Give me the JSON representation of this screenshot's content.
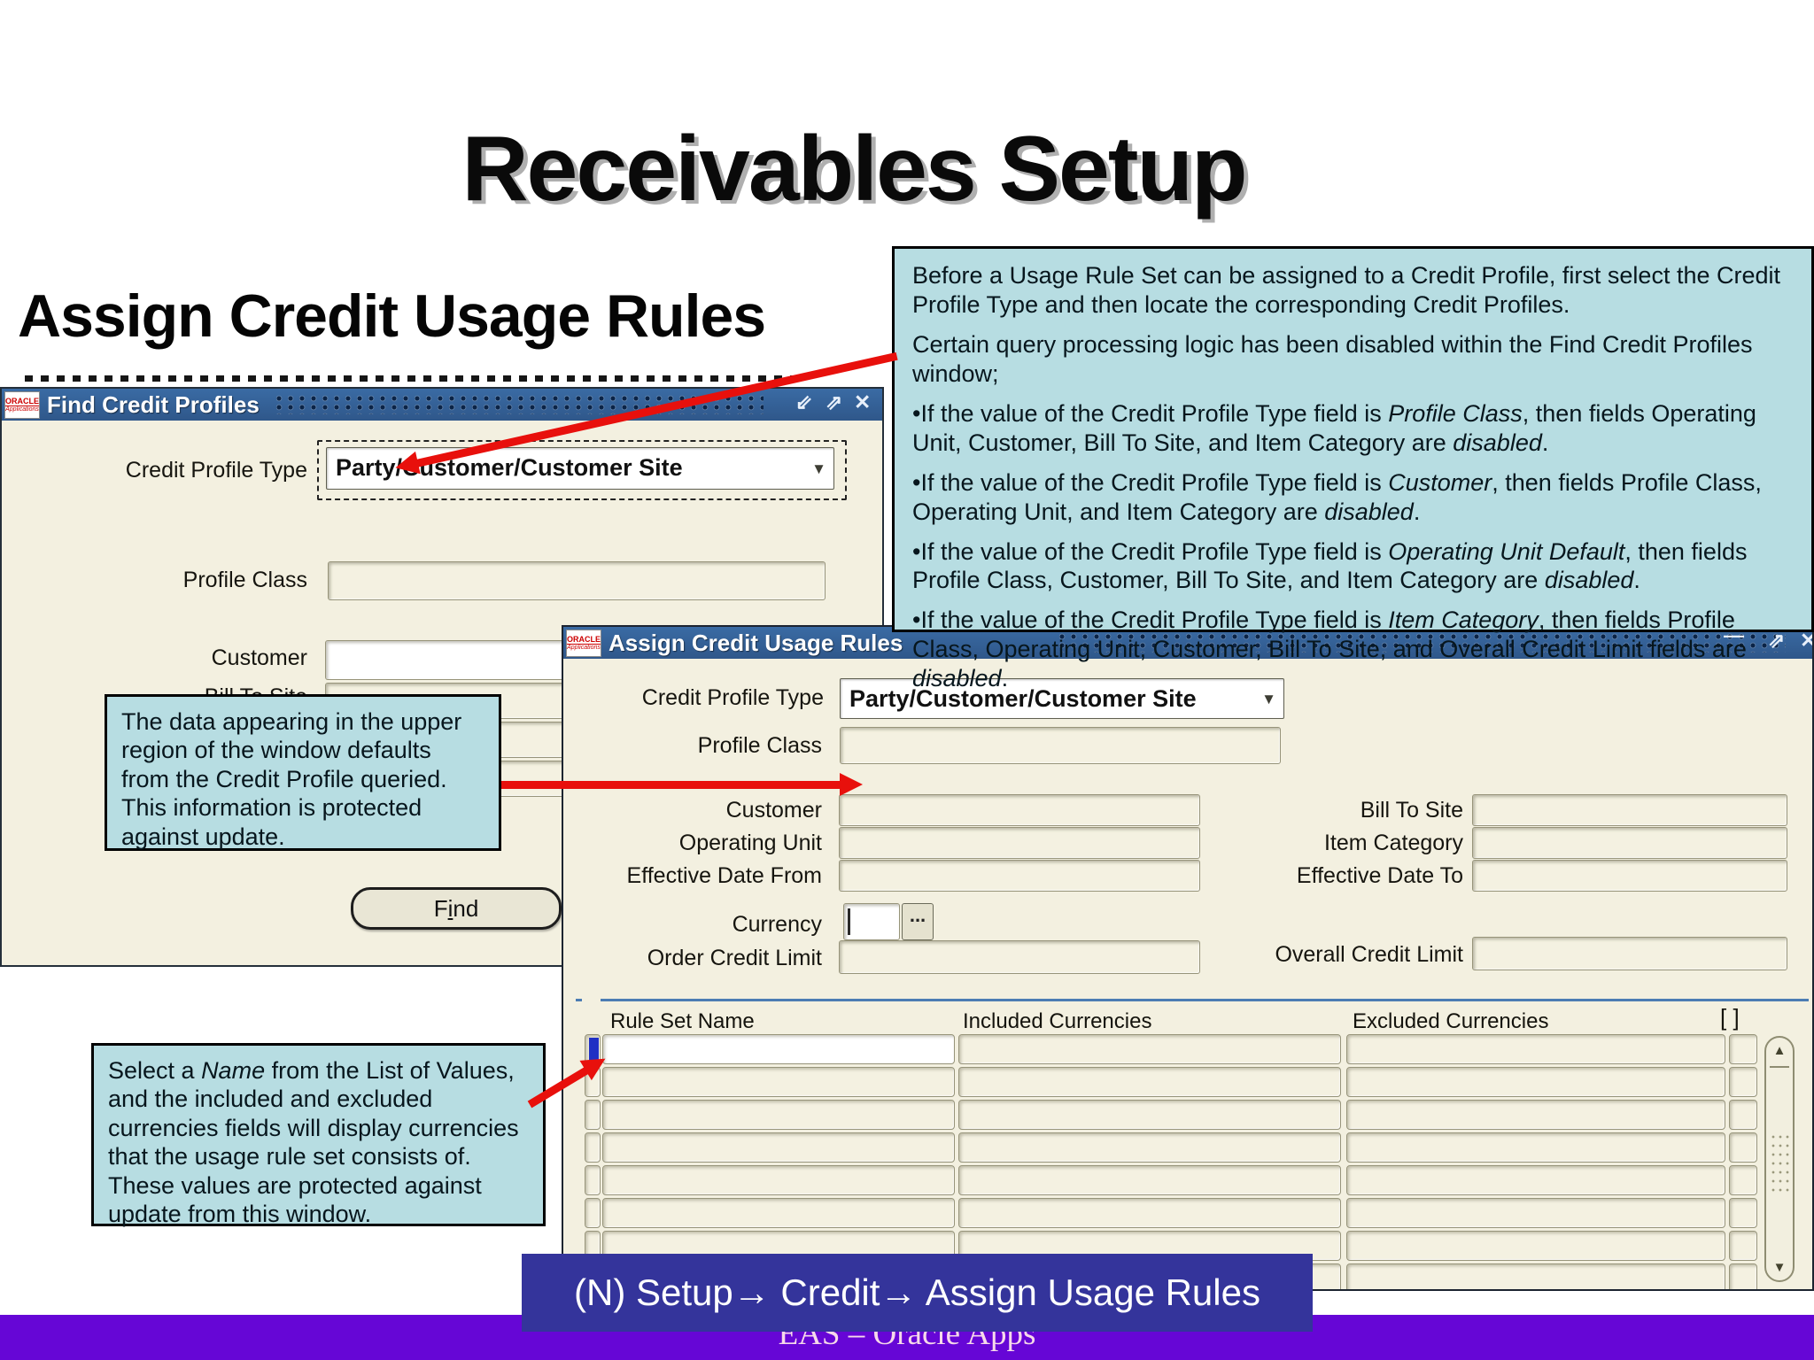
{
  "slide": {
    "title": "Receivables Setup",
    "heading": "Assign Credit Usage Rules",
    "nav_path": "(N) Setup→ Credit→ Assign Usage Rules",
    "footer": "EAS – Oracle Apps"
  },
  "branding": {
    "logo_line1": "ORACLE",
    "logo_line2": "Applications"
  },
  "icons": {
    "shrink": "⇙",
    "expand": "⇗",
    "close": "✕",
    "minimize": "—",
    "dropdown": "▼",
    "lov": "...",
    "scroll_up": "▲",
    "scroll_down": "▼",
    "flexfield_bracket": "[  ]"
  },
  "colors": {
    "titlebar": "#3a6ba4",
    "titlebar_dark": "#2f578a",
    "callout": "#b7dde2",
    "nav": "#34349b",
    "footer_bar": "#6606d6",
    "footer_text": "#f6d9e9",
    "arrow": "#e8100c",
    "line_blue": "#4b7cb3",
    "cursor_blue": "#1f2fc4"
  },
  "callout_top": [
    {
      "segments": [
        {
          "t": "Before a Usage Rule Set can be assigned to a Credit Profile, first select the Credit Profile Type and then locate the corresponding Credit Profiles."
        }
      ]
    },
    {
      "segments": [
        {
          "t": "Certain query processing logic has been disabled within the Find Credit Profiles window;"
        }
      ]
    },
    {
      "segments": [
        {
          "t": "•If the value of the Credit Profile Type field is "
        },
        {
          "t": "Profile Class",
          "i": true
        },
        {
          "t": ", then fields Operating Unit, Customer, Bill To Site, and Item Category are "
        },
        {
          "t": "disabled",
          "i": true
        },
        {
          "t": "."
        }
      ]
    },
    {
      "segments": [
        {
          "t": "•If the value of the Credit Profile Type field is "
        },
        {
          "t": "Customer",
          "i": true
        },
        {
          "t": ", then fields Profile Class, Operating Unit, and Item Category are "
        },
        {
          "t": "disabled",
          "i": true
        },
        {
          "t": "."
        }
      ]
    },
    {
      "segments": [
        {
          "t": "•If the value of the Credit Profile Type field is "
        },
        {
          "t": "Operating Unit Default",
          "i": true
        },
        {
          "t": ", then fields Profile Class, Customer, Bill To Site, and Item Category are "
        },
        {
          "t": "disabled",
          "i": true
        },
        {
          "t": "."
        }
      ]
    },
    {
      "segments": [
        {
          "t": "•If the value of the Credit Profile Type field is "
        },
        {
          "t": "Item Category",
          "i": true
        },
        {
          "t": ", then fields Profile Class, Operating Unit, Customer, Bill To Site, and Overall Credit Limit fields are "
        },
        {
          "t": "disabled",
          "i": true
        },
        {
          "t": "."
        }
      ]
    }
  ],
  "callout_mid": [
    {
      "segments": [
        {
          "t": "The data appearing in the upper region of the window defaults from the Credit Profile queried. This information is protected against update."
        }
      ]
    }
  ],
  "callout_bottom": [
    {
      "segments": [
        {
          "t": "Select a "
        },
        {
          "t": "Name",
          "i": true
        },
        {
          "t": " from the List of Values, and the included and excluded currencies fields will display currencies that the usage rule set consists of. These values are protected against update from this window."
        }
      ]
    }
  ],
  "find_window": {
    "title": "Find Credit Profiles",
    "fields": {
      "credit_profile_type": {
        "label": "Credit Profile Type",
        "value": "Party/Customer/Customer Site"
      },
      "profile_class": {
        "label": "Profile Class",
        "value": ""
      },
      "customer": {
        "label": "Customer",
        "value": ""
      },
      "bill_to_site": {
        "label": "Bill To Site",
        "value": ""
      }
    },
    "find_button": [
      {
        "segments": [
          {
            "t": "F"
          },
          {
            "t": "i",
            "u": true
          },
          {
            "t": "nd"
          }
        ]
      }
    ]
  },
  "assign_window": {
    "title": "Assign Credit Usage Rules",
    "fields": {
      "credit_profile_type": {
        "label": "Credit Profile Type",
        "value": "Party/Customer/Customer Site"
      },
      "profile_class": {
        "label": "Profile Class",
        "value": ""
      },
      "customer": {
        "label": "Customer",
        "value": ""
      },
      "operating_unit": {
        "label": "Operating Unit",
        "value": ""
      },
      "effective_date_from": {
        "label": "Effective Date From",
        "value": ""
      },
      "currency": {
        "label": "Currency",
        "value": ""
      },
      "order_credit_limit": {
        "label": "Order Credit Limit",
        "value": ""
      },
      "bill_to_site": {
        "label": "Bill To Site",
        "value": ""
      },
      "item_category": {
        "label": "Item Category",
        "value": ""
      },
      "effective_date_to": {
        "label": "Effective Date To",
        "value": ""
      },
      "overall_credit_limit": {
        "label": "Overall Credit Limit",
        "value": ""
      }
    },
    "table": {
      "headers": [
        "Rule Set Name",
        "Included Currencies",
        "Excluded Currencies"
      ],
      "row_count": 8,
      "active_row": 0
    }
  }
}
